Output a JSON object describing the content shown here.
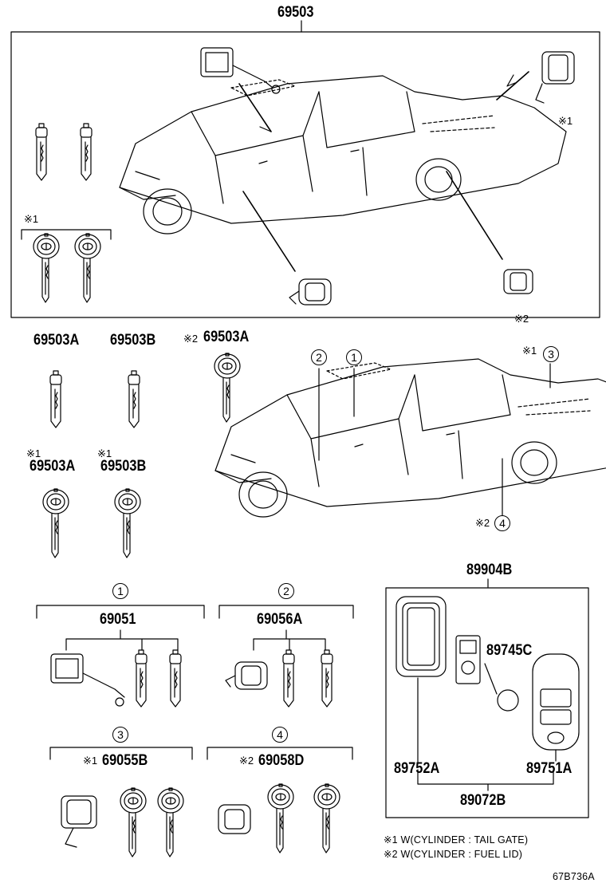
{
  "parts": {
    "main_set": "69503",
    "key_a": "69503A",
    "key_b": "69503B",
    "key_a_remote": "69503A",
    "key_a_m1": "69503A",
    "key_b_m1": "69503B",
    "set1": "69051",
    "set2": "69056A",
    "set3": "69055B",
    "set4": "69058D",
    "remote_set": "89904B",
    "battery": "89745C",
    "case": "89752A",
    "transmitter": "89751A",
    "case_assy": "89072B"
  },
  "marks": {
    "m1": "※1",
    "m2": "※2",
    "m1_small": "※1",
    "m2_small": "※2"
  },
  "circles": {
    "c1": "1",
    "c2": "2",
    "c3": "3",
    "c4": "4"
  },
  "notes": {
    "n1": "※1 W(CYLINDER : TAIL GATE)",
    "n2": "※2 W(CYLINDER : FUEL LID)"
  },
  "code": "67B736A"
}
